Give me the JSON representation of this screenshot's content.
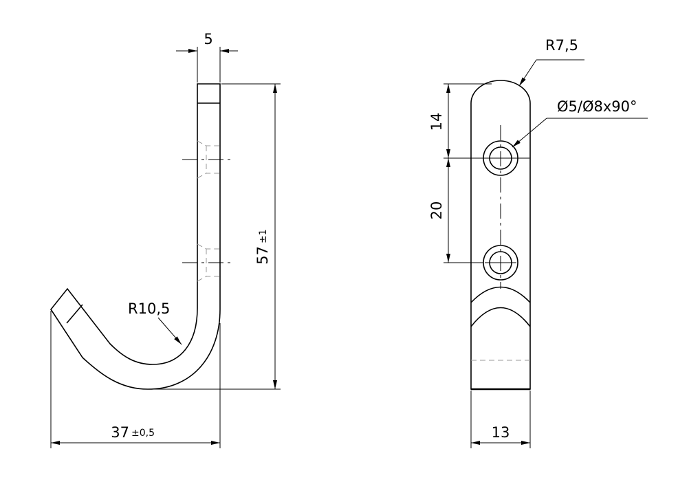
{
  "dimensions": {
    "thickness": "5",
    "radius_bend": "R10,5",
    "height": "57",
    "height_tol": "±1",
    "width": "37",
    "width_tol": "±0,5",
    "radius_top": "R7,5",
    "hole": "Ø5/Ø8x90°",
    "hole_offset": "14",
    "hole_spacing": "20",
    "strip_width": "13"
  }
}
